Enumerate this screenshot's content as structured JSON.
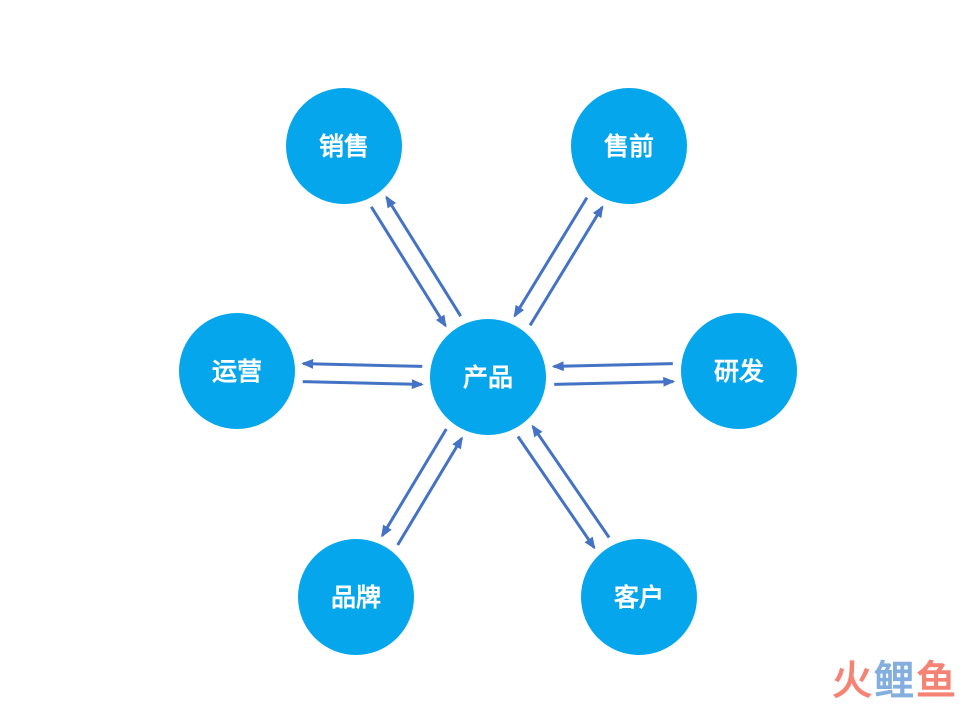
{
  "colors": {
    "node_fill": "#05A6EC",
    "arrow": "#4472C4",
    "watermark_red": "#F36E5C",
    "watermark_blue": "#6FA0D8"
  },
  "center": {
    "label": "产品"
  },
  "nodes": [
    {
      "id": "sales",
      "label": "销售"
    },
    {
      "id": "presales",
      "label": "售前"
    },
    {
      "id": "operations",
      "label": "运营"
    },
    {
      "id": "rnd",
      "label": "研发"
    },
    {
      "id": "brand",
      "label": "品牌"
    },
    {
      "id": "customer",
      "label": "客户"
    }
  ],
  "watermark": {
    "char1": "火",
    "char2": "鲤",
    "char3": "鱼"
  }
}
